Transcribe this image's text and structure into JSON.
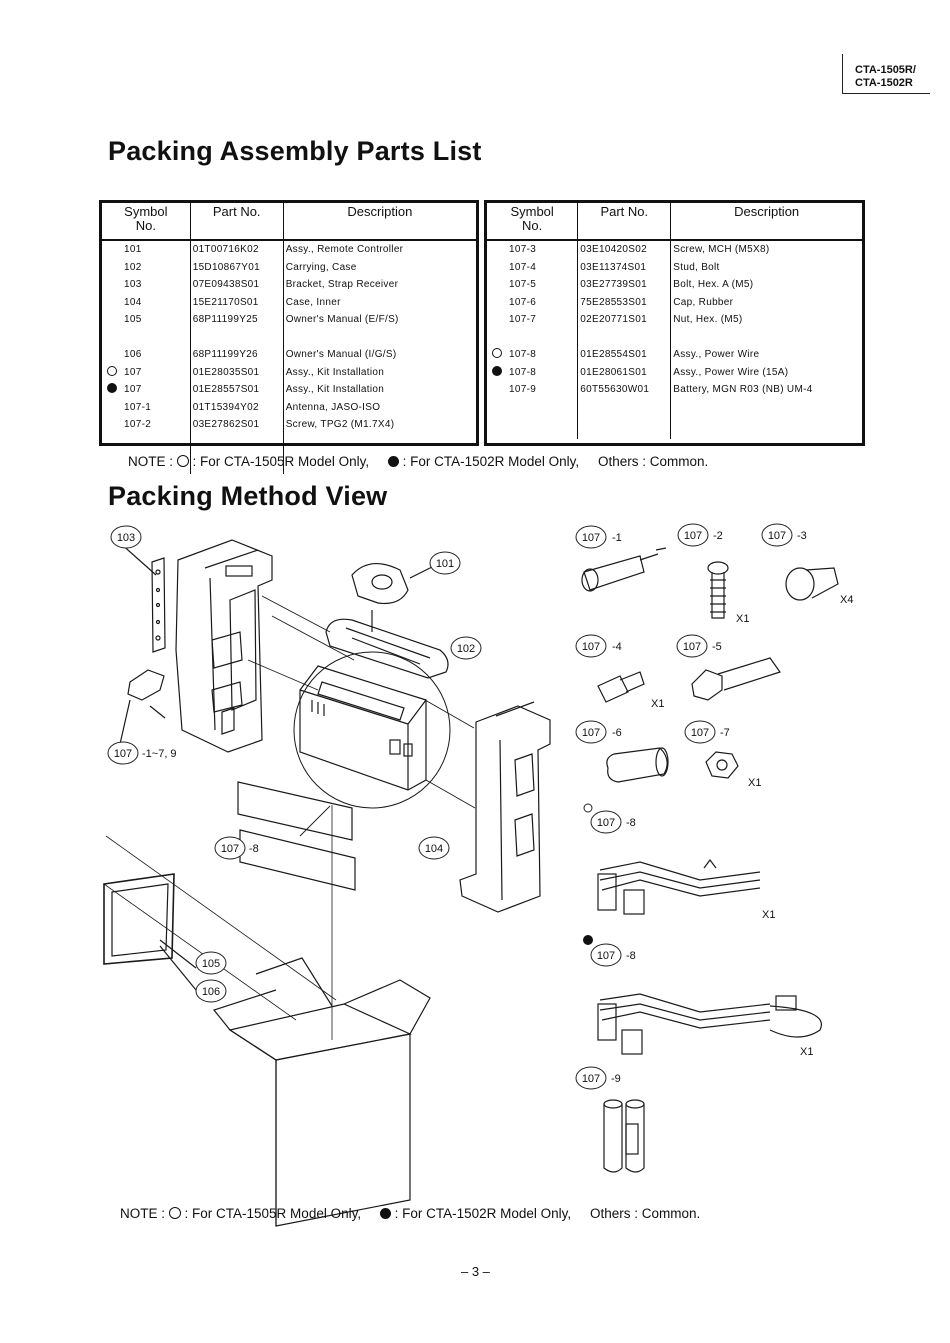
{
  "header": {
    "model_line1": "CTA-1505R/",
    "model_line2": "CTA-1502R"
  },
  "parts_list": {
    "title": "Packing Assembly Parts List",
    "columns": {
      "symbol": "Symbol No.",
      "symbol_l1": "Symbol",
      "symbol_l2": "No.",
      "part": "Part No.",
      "description": "Description"
    },
    "left_rows": [
      {
        "mark": "",
        "symbol": "101",
        "part": "01T00716K02",
        "description": "Assy.,  Remote  Controller"
      },
      {
        "mark": "",
        "symbol": "102",
        "part": "15D10867Y01",
        "description": "Carrying,  Case"
      },
      {
        "mark": "",
        "symbol": "103",
        "part": "07E09438S01",
        "description": "Bracket,  Strap  Receiver"
      },
      {
        "mark": "",
        "symbol": "104",
        "part": "15E21170S01",
        "description": "Case,  Inner"
      },
      {
        "mark": "",
        "symbol": "105",
        "part": "68P11199Y25",
        "description": "Owner's  Manual  (E/F/S)"
      },
      {
        "mark": "",
        "symbol": "",
        "part": "",
        "description": ""
      },
      {
        "mark": "",
        "symbol": "106",
        "part": "68P11199Y26",
        "description": "Owner's  Manual  (I/G/S)"
      },
      {
        "mark": "open",
        "symbol": "107",
        "part": "01E28035S01",
        "description": "Assy.,  Kit  Installation"
      },
      {
        "mark": "solid",
        "symbol": "107",
        "part": "01E28557S01",
        "description": "Assy.,  Kit  Installation"
      },
      {
        "mark": "",
        "symbol": "107-1",
        "part": "01T15394Y02",
        "description": "Antenna,  JASO-ISO"
      },
      {
        "mark": "",
        "symbol": "107-2",
        "part": "03E27862S01",
        "description": "Screw,  TPG2  (M1.7X4)"
      }
    ],
    "right_rows": [
      {
        "mark": "",
        "symbol": "107-3",
        "part": "03E10420S02",
        "description": "Screw,  MCH  (M5X8)"
      },
      {
        "mark": "",
        "symbol": "107-4",
        "part": "03E11374S01",
        "description": "Stud,  Bolt"
      },
      {
        "mark": "",
        "symbol": "107-5",
        "part": "03E27739S01",
        "description": "Bolt,  Hex.  A  (M5)"
      },
      {
        "mark": "",
        "symbol": "107-6",
        "part": "75E28553S01",
        "description": "Cap,  Rubber"
      },
      {
        "mark": "",
        "symbol": "107-7",
        "part": "02E20771S01",
        "description": "Nut,  Hex.  (M5)"
      },
      {
        "mark": "",
        "symbol": "",
        "part": "",
        "description": ""
      },
      {
        "mark": "open",
        "symbol": "107-8",
        "part": "01E28554S01",
        "description": "Assy.,  Power  Wire"
      },
      {
        "mark": "solid",
        "symbol": "107-8",
        "part": "01E28061S01",
        "description": "Assy.,  Power  Wire  (15A)"
      },
      {
        "mark": "",
        "symbol": "107-9",
        "part": "60T55630W01",
        "description": "Battery,  MGN  R03 (NB) UM-4"
      }
    ]
  },
  "note": {
    "prefix_top": "NOTE : ",
    "prefix_bottom": "NOTE  :  ",
    "open_text": ": For CTA-1505R Model Only,",
    "solid_text": ": For CTA-1502R Model Only,",
    "common_text": "Others : Common."
  },
  "method_view": {
    "title": "Packing Method View",
    "callouts": {
      "c103": "103",
      "c101": "101",
      "c102": "102",
      "c104": "104",
      "c105": "105",
      "c106": "106",
      "c107a": "107",
      "c107b": "107",
      "r1": "107",
      "r2": "107",
      "r3": "107",
      "r4": "107",
      "r5": "107",
      "r6": "107",
      "r7": "107",
      "r8a": "107",
      "r8b": "107",
      "r9": "107"
    },
    "suffixes": {
      "left_kit": "-1~7, 9",
      "left_wire": "-8",
      "s1": "-1",
      "s2": "-2",
      "s3": "-3",
      "s4": "-4",
      "s5": "-5",
      "s6": "-6",
      "s7": "-7",
      "s8a": "-8",
      "s8b": "-8",
      "s9": "-9"
    },
    "quantities": {
      "q2": "X1",
      "q3": "X4",
      "q4": "X1",
      "q7": "X1",
      "q8a": "X1",
      "q8b": "X1"
    }
  },
  "footer": {
    "page": "– 3 –"
  }
}
